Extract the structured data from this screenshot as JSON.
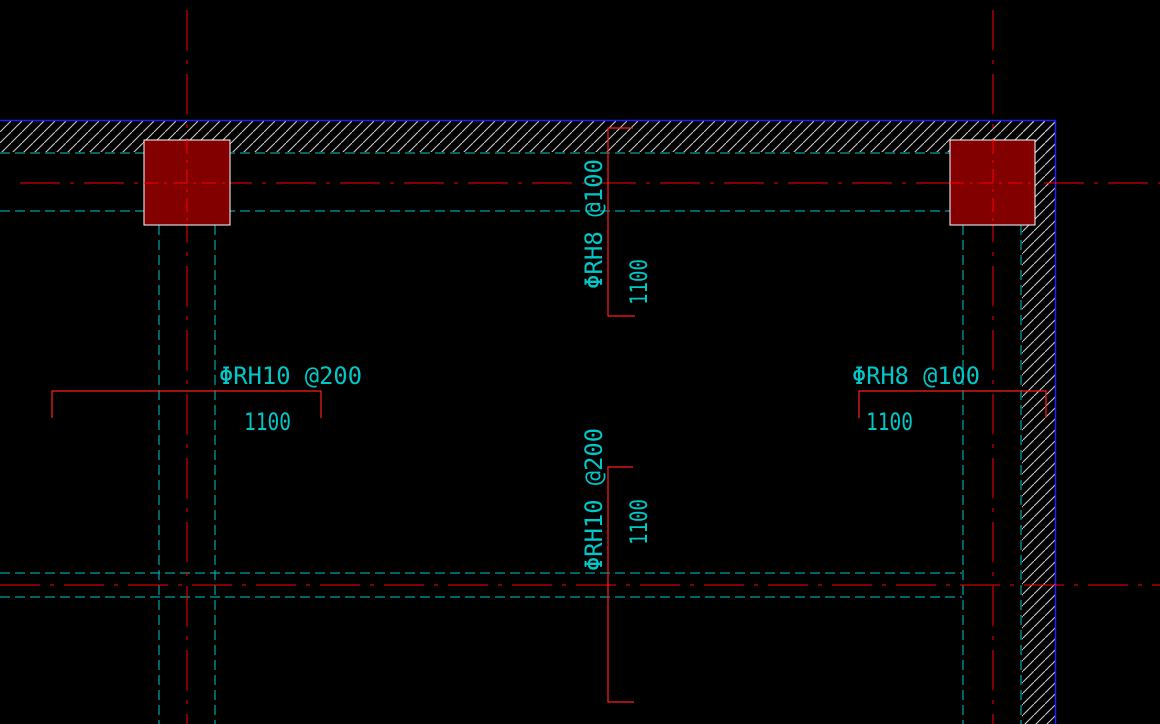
{
  "colors": {
    "background": "#000000",
    "axis_line": "#ff0000",
    "beam_edge": "#00c8c8",
    "annotation_text": "#00c8c8",
    "rebar_marker": "#ff1e1e",
    "column_fill": "#820000",
    "column_edge": "#ffffff",
    "boundary_line": "#2020ff",
    "hatch_line": "#d0d0d0"
  },
  "labels": {
    "top_rebar_spec": "ΦRH8 @100",
    "top_rebar_length": "1100",
    "left_rebar_spec": "ΦRH10 @200",
    "left_rebar_length": "1100",
    "right_rebar_spec": "ΦRH8 @100",
    "right_rebar_length": "1100",
    "bottom_rebar_spec": "ΦRH10 @200",
    "bottom_rebar_length": "1100"
  }
}
